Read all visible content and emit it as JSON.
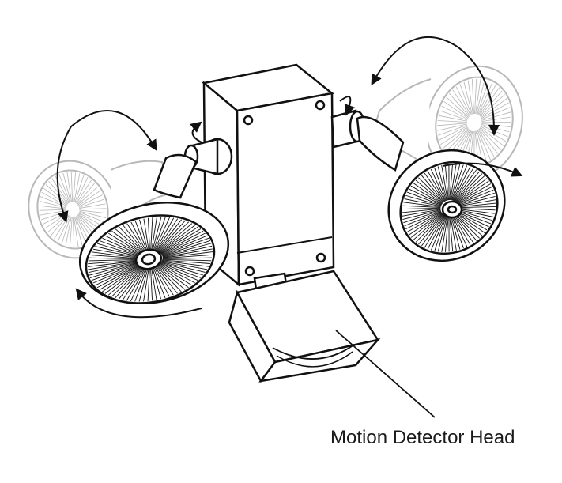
{
  "diagram": {
    "callout_label": "Motion Detector Head",
    "colors": {
      "ink": "#111111",
      "ghost": "#b5b5b5",
      "fill": "#ffffff"
    },
    "parts": [
      {
        "name": "junction-box",
        "icon": "rectangular-housing"
      },
      {
        "name": "left-lamp",
        "icon": "floodlight-reflector"
      },
      {
        "name": "right-lamp",
        "icon": "floodlight-reflector"
      },
      {
        "name": "motion-detector-head",
        "icon": "sensor-head"
      }
    ]
  }
}
